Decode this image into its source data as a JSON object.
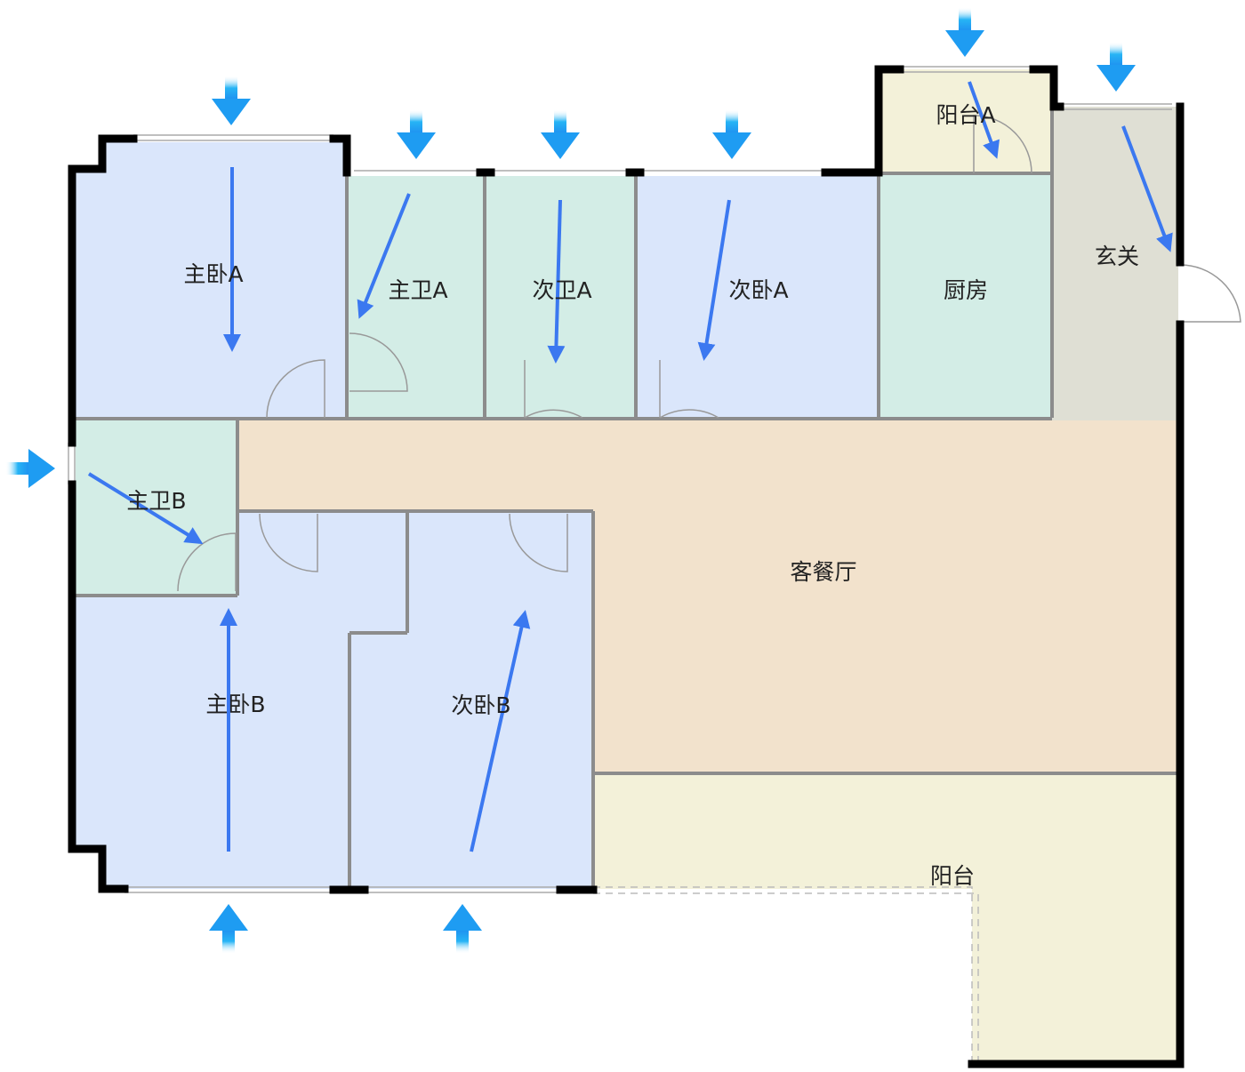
{
  "rooms": {
    "master_bed_a": "主卧A",
    "master_bath_a": "主卫A",
    "second_bath_a": "次卫A",
    "second_bed_a": "次卧A",
    "kitchen": "厨房",
    "balcony_a": "阳台A",
    "entry": "玄关",
    "master_bath_b": "主卫B",
    "living_dining": "客餐厅",
    "master_bed_b": "主卧B",
    "second_bed_b": "次卧B",
    "balcony": "阳台"
  },
  "colors": {
    "bedroom": "#dae6fb",
    "wet": "#d3ede6",
    "living": "#f2e2cc",
    "balcony": "#f3f1d9",
    "entry": "#dfdfd4",
    "arrow": "#3b78f0",
    "wall": "#000000",
    "inner_wall": "#8c8c8c"
  }
}
